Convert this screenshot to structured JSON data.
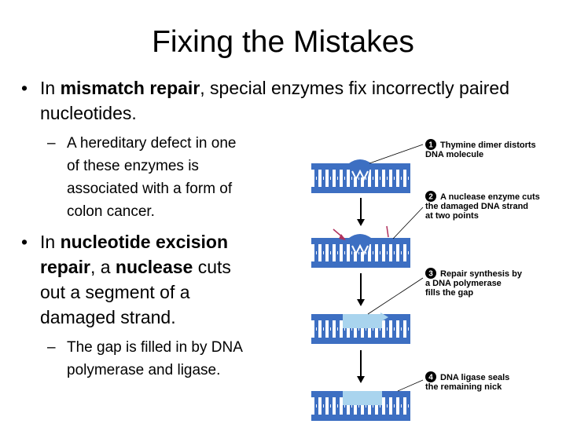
{
  "slide": {
    "title": "Fixing the Mistakes",
    "bullet1": {
      "pre": "In ",
      "bold": "mismatch repair",
      "post": ", special enzymes fix incorrectly paired nucleotides."
    },
    "sub1": "A hereditary defect in one of these enzymes is associated with a form of colon cancer.",
    "bullet2": {
      "pre": "In ",
      "bold1": "nucleotide excision repair",
      "mid": ", a ",
      "bold2": "nuclease",
      "post": " cuts out a segment of a damaged strand."
    },
    "sub2": "The gap is filled in by DNA polymerase and ligase."
  },
  "diagram": {
    "steps": [
      {
        "num": "1",
        "line1": "Thymine dimer distorts",
        "line2": "DNA molecule",
        "line3": ""
      },
      {
        "num": "2",
        "line1": "A nuclease enzyme cuts",
        "line2": "the damaged DNA strand",
        "line3": "at two points"
      },
      {
        "num": "3",
        "line1": "Repair synthesis by",
        "line2": "a DNA polymerase",
        "line3": "fills the gap"
      },
      {
        "num": "4",
        "line1": "DNA ligase seals",
        "line2": "the remaining nick",
        "line3": ""
      }
    ],
    "colors": {
      "strand": "#3d6fc2",
      "repair": "#a9d4ee",
      "rung": "#ffffff",
      "arrow": "#000000",
      "pointer": "#b0305c"
    }
  }
}
